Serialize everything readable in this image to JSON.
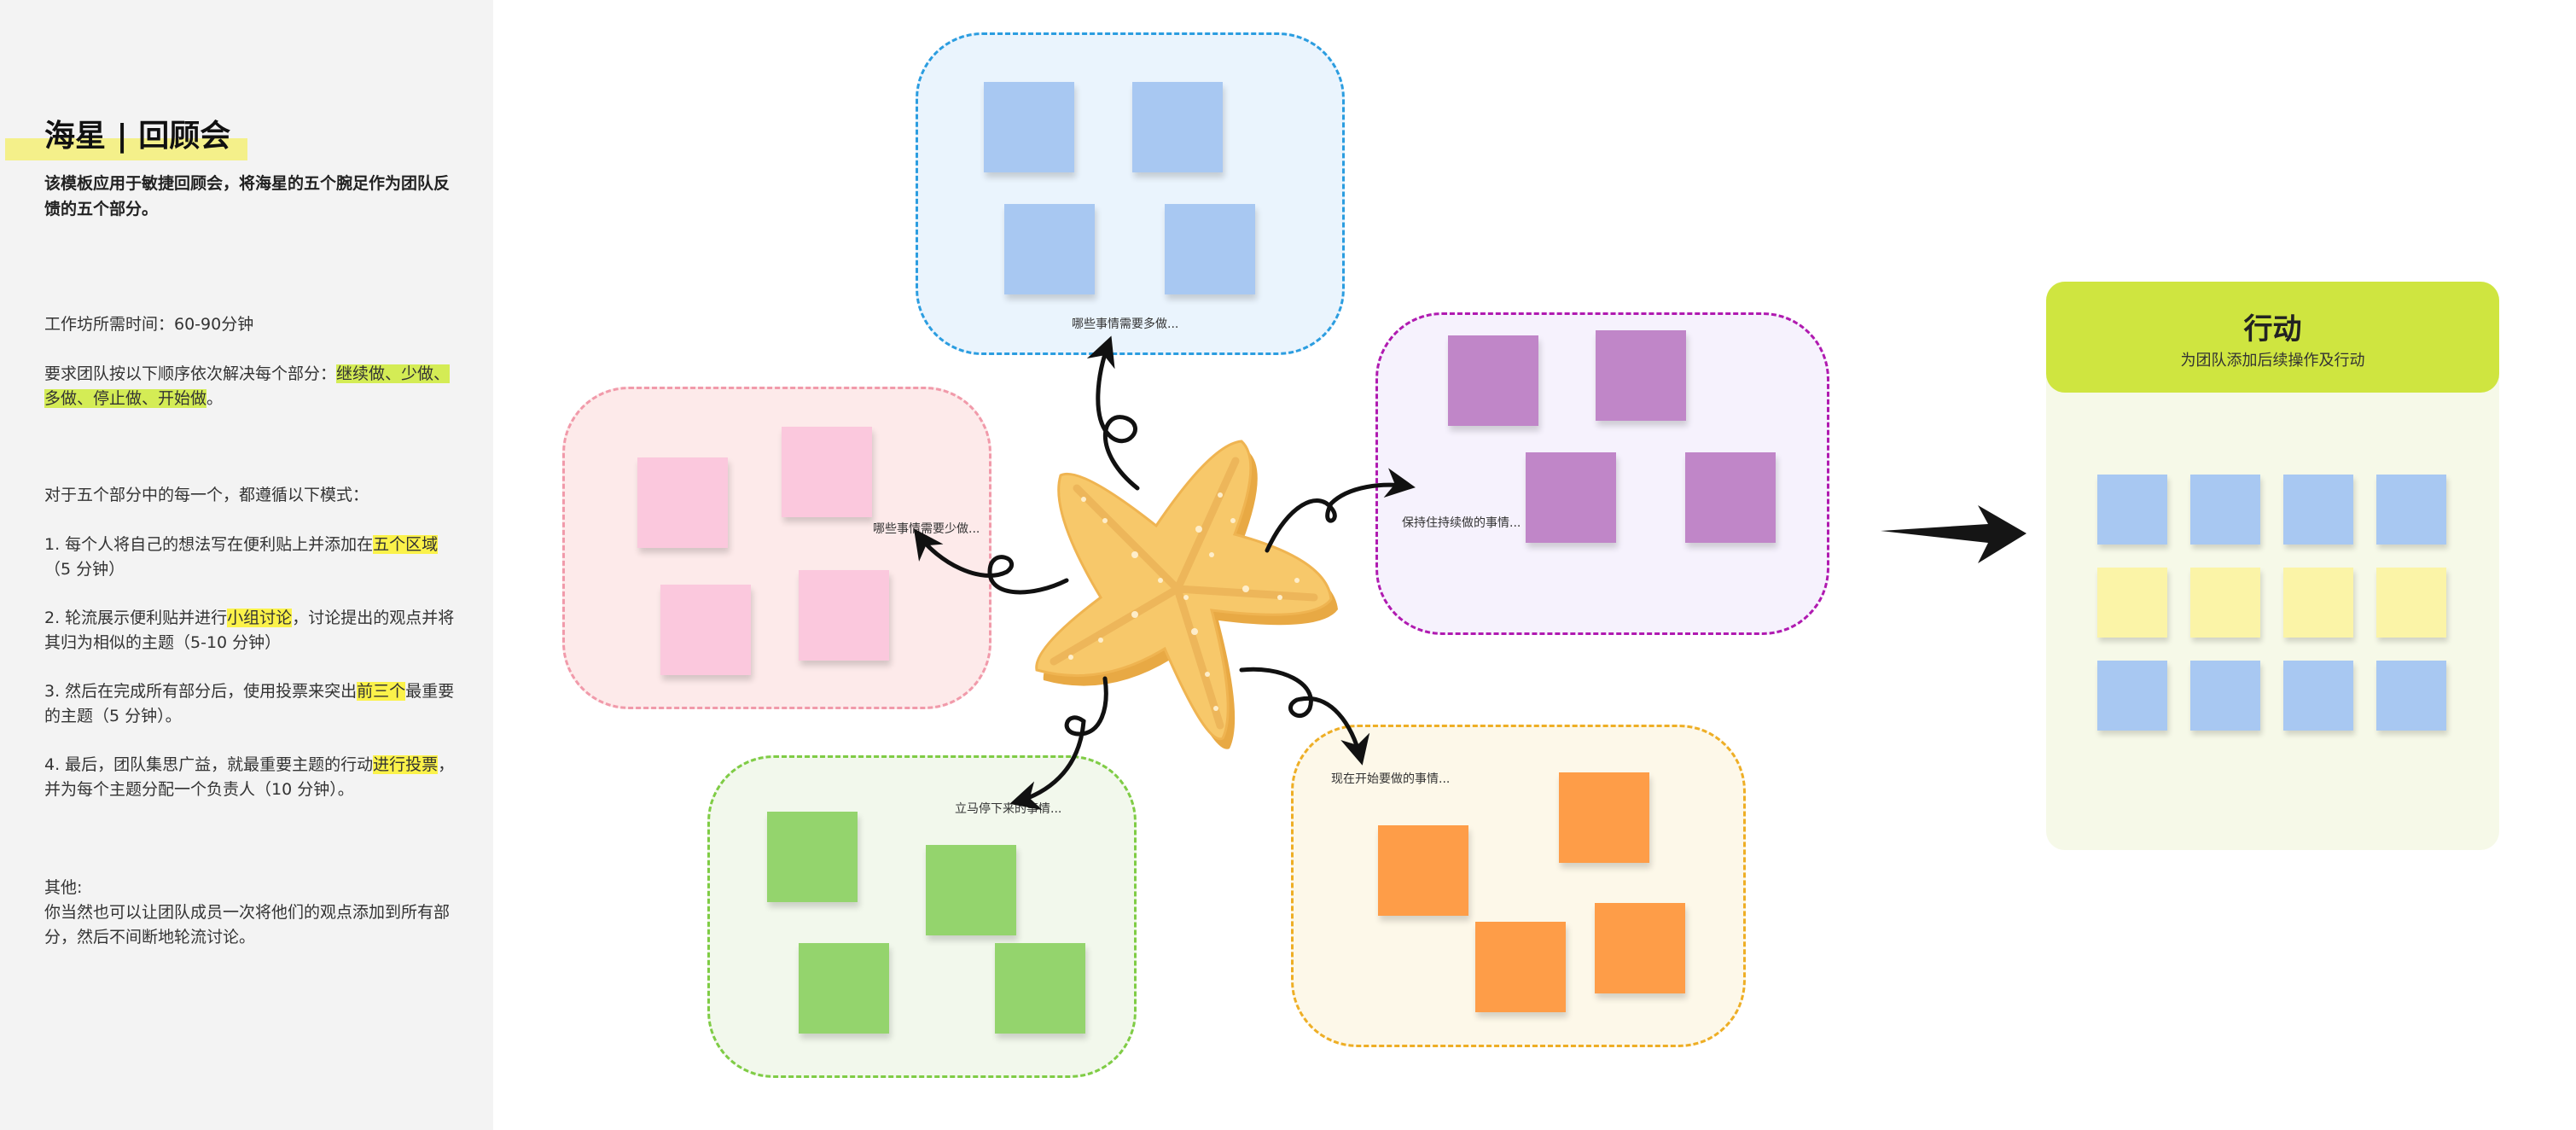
{
  "sidebar": {
    "title": "海星 | 回顾会",
    "description": "该模板应用于敏捷回顾会，将海星的五个腕足作为团队反馈的五个部分。",
    "time": "工作坊所需时间：60-90分钟",
    "order_prefix": "要求团队按以下顺序依次解决每个部分：",
    "order_items": "继续做、少做、多做、停止做、开始做",
    "order_suffix": "。",
    "pattern_intro": "对于五个部分中的每一个，都遵循以下模式：",
    "step1_a": "1. 每个人将自己的想法写在便利贴上并添加在",
    "step1_hl": "五个区域",
    "step1_b": "（5 分钟）",
    "step2_a": "2. 轮流展示便利贴并进行",
    "step2_hl": "小组讨论",
    "step2_b": "，讨论提出的观点并将其归为相似的主题（5-10 分钟）",
    "step3_a": "3. 然后在完成所有部分后，使用投票来突出",
    "step3_hl": "前三个",
    "step3_b": "最重要的主题（5 分钟）。",
    "step4_a": "4. 最后，团队集思广益，就最重要主题的行动",
    "step4_hl": "进行投票",
    "step4_b": "，并为每个主题分配一个负责人（10 分钟）。",
    "other_title": "其他:",
    "other_text": "你当然也可以让团队成员一次将他们的观点添加到所有部分，然后不间断地轮流讨论。"
  },
  "zones": {
    "more": {
      "label": "哪些事情需要多做...",
      "color": "#a8c8f2",
      "bg": "#eaf4fd",
      "border": "#2b9de0"
    },
    "continue": {
      "label": "保持住持续做的事情...",
      "color": "#c086c8",
      "bg": "#f6f2fd",
      "border": "#b01ab0"
    },
    "start": {
      "label": "现在开始要做的事情...",
      "color": "#fe9d48",
      "bg": "#fdf8e9",
      "border": "#eeae25"
    },
    "stop": {
      "label": "立马停下来的事情...",
      "color": "#94d46d",
      "bg": "#f2f8ec",
      "border": "#7fcc45"
    },
    "less": {
      "label": "哪些事情需要少做...",
      "color": "#fbc8dd",
      "bg": "#fdeaea",
      "border": "#f19aaa"
    }
  },
  "action_panel": {
    "title": "行动",
    "subtitle": "为团队添加后续操作及行动",
    "row_colors": [
      "#a8c8f2",
      "#fbf4a7",
      "#a8c8f2"
    ]
  }
}
